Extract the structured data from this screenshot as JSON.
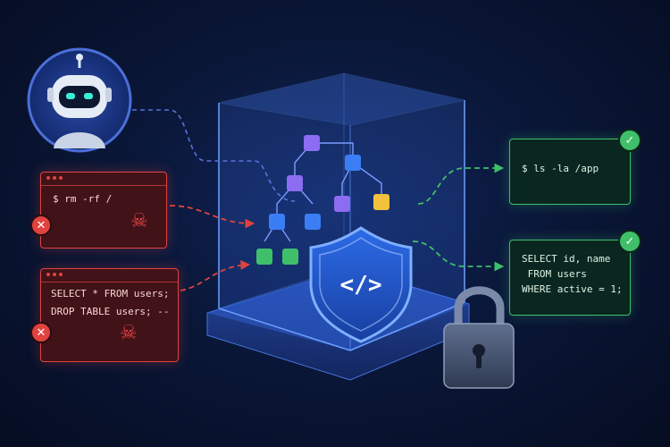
{
  "colors": {
    "danger": "#e0433f",
    "success": "#3fbf6a",
    "accent": "#3b82f6",
    "background": "#0a1738"
  },
  "icons": {
    "agent": "robot-icon",
    "danger": "skull-icon",
    "blocked": "x-circle-icon",
    "allowed": "check-circle-icon",
    "secure": "padlock-icon",
    "shield": "code-shield-icon"
  },
  "blocked_commands": [
    {
      "lines": [
        "$ rm -rf /"
      ]
    },
    {
      "lines": [
        "SELECT * FROM users;",
        "DROP TABLE users; --"
      ]
    }
  ],
  "allowed_commands": [
    {
      "lines": [
        "$ ls -la /app"
      ]
    },
    {
      "lines": [
        "SELECT id, name",
        " FROM users",
        "WHERE active = 1;"
      ]
    }
  ],
  "sandbox": {
    "shield_symbol": "</>"
  }
}
